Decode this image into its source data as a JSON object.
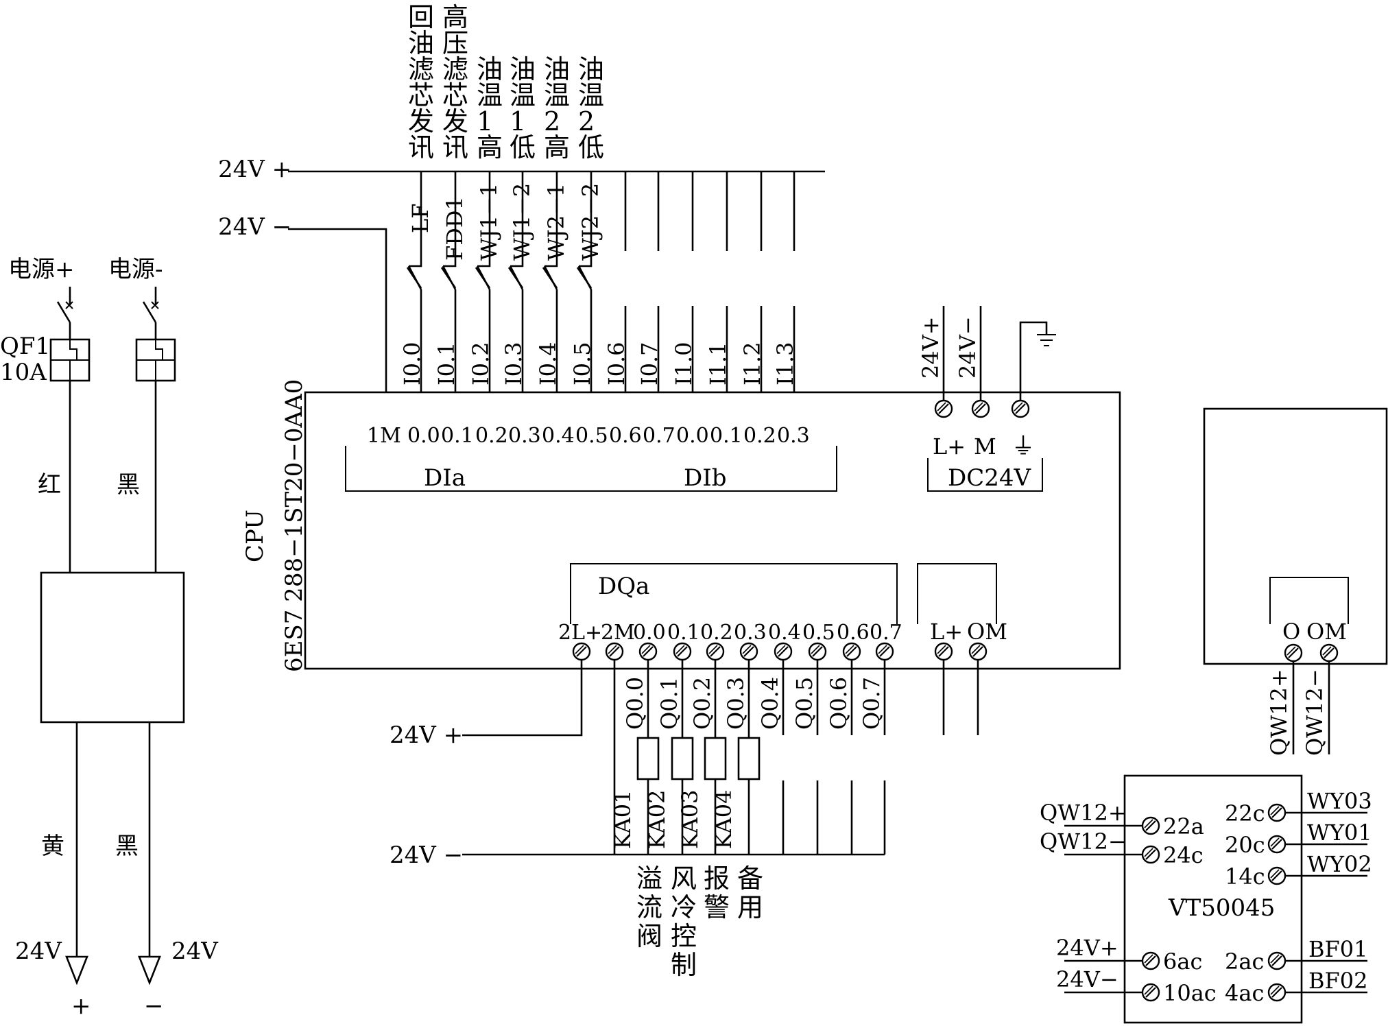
{
  "power": {
    "pos_source": "电源+",
    "neg_source": "电源-",
    "breaker_name": "QF1",
    "breaker_rating": "10A",
    "wire_red": "红",
    "wire_black_in": "黑",
    "wire_yellow": "黄",
    "wire_black_out": "黑",
    "out_left_voltage": "24V",
    "out_right_voltage": "24V",
    "out_left_polarity": "+",
    "out_right_polarity": "−"
  },
  "input_bus": {
    "pos_label": "24V +",
    "neg_label": "24V −"
  },
  "input_signals": [
    {
      "name": "回油滤芯发讯",
      "device": "LF"
    },
    {
      "name": "高压滤芯发讯",
      "device": "FDD1"
    },
    {
      "name": "油温1高",
      "device": "WJ1−1"
    },
    {
      "name": "油温1低",
      "device": "WJ1−2"
    },
    {
      "name": "油温2高",
      "device": "WJ2−1"
    },
    {
      "name": "油温2低",
      "device": "WJ2−2"
    }
  ],
  "input_addresses": [
    "I0.0",
    "I0.1",
    "I0.2",
    "I0.3",
    "I0.4",
    "I0.5",
    "I0.6",
    "I0.7",
    "I1.0",
    "I1.1",
    "I1.2",
    "I1.3"
  ],
  "cpu": {
    "name": "CPU",
    "model": "6ES7 288−1ST20−0AA0",
    "common_in": "1M",
    "di_terminals": [
      "0.0",
      "0.1",
      "0.2",
      "0.3",
      "0.4",
      "0.5",
      "0.6",
      "0.7",
      "0.0",
      "0.1",
      "0.2",
      "0.3"
    ],
    "group_a": "DIa",
    "group_b": "DIb",
    "pwr_pos_wire": "24V+",
    "pwr_neg_wire": "24V−",
    "pwr_terminal_lp": "L+",
    "pwr_terminal_m": "M",
    "pwr_terminal_gnd": "⏚",
    "pwr_group": "DC24V",
    "dq_group": "DQa",
    "dq_lp": "2L+",
    "dq_m": "2M",
    "dq_terminals": [
      "0.0",
      "0.1",
      "0.2",
      "0.3",
      "0.4",
      "0.5",
      "0.6",
      "0.7"
    ],
    "ao_lp": "L+",
    "ao_om": "OM"
  },
  "outputs": {
    "addresses": [
      "Q0.0",
      "Q0.1",
      "Q0.2",
      "Q0.3",
      "Q0.4",
      "Q0.5",
      "Q0.6",
      "Q0.7"
    ],
    "relays": [
      "KA01",
      "KA02",
      "KA03",
      "KA04"
    ],
    "functions": [
      "溢流阀",
      "风冷控制",
      "报警",
      "备用"
    ],
    "pos_label": "24V +",
    "neg_label": "24V −"
  },
  "analog_module": {
    "terminal_o": "O",
    "terminal_om": "OM",
    "wire_pos": "QW12+",
    "wire_neg": "QW12−"
  },
  "amplifier": {
    "model": "VT50045",
    "in_pos_wire": "QW12+",
    "in_neg_wire": "QW12−",
    "in_pos_pin": "22a",
    "in_neg_pin": "24c",
    "out_pins": [
      "22c",
      "20c",
      "14c"
    ],
    "out_wires": [
      "WY03",
      "WY01",
      "WY02"
    ],
    "pwr_pos_wire": "24V+",
    "pwr_neg_wire": "24V−",
    "pwr_pos_pin": "6ac",
    "pwr_neg_pin": "10ac",
    "fb_pins": [
      "2ac",
      "4ac"
    ],
    "fb_wires": [
      "BF01",
      "BF02"
    ]
  }
}
